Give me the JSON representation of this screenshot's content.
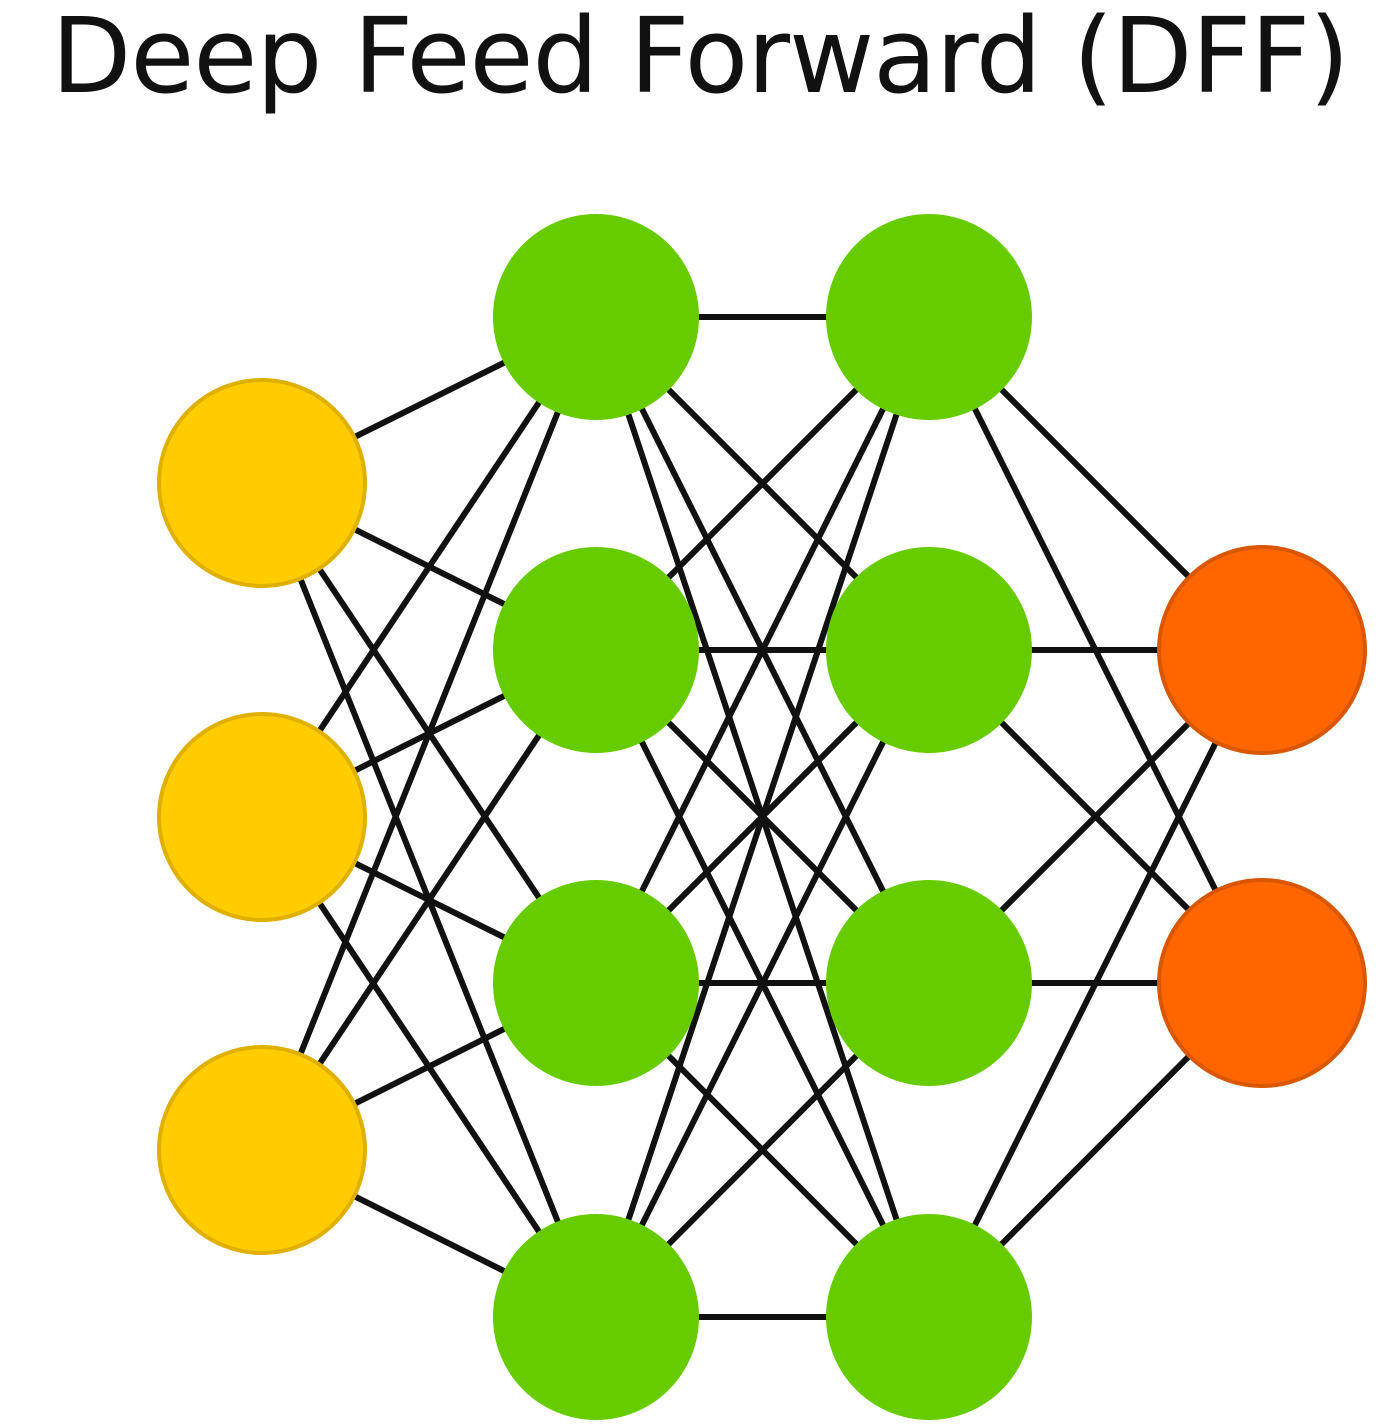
{
  "title": "Deep Feed Forward (DFF)",
  "colors": {
    "input_node": "#FFCC00",
    "input_node_border": "#E0B000",
    "hidden_node": "#66CC00",
    "output_node": "#FF6600",
    "output_node_border": "#D95700",
    "edge": "#111111"
  },
  "network": {
    "layers": [
      {
        "role": "input",
        "nodes": 3
      },
      {
        "role": "hidden",
        "nodes": 4
      },
      {
        "role": "hidden",
        "nodes": 4
      },
      {
        "role": "output",
        "nodes": 2
      }
    ],
    "connectivity": "fully-connected"
  }
}
